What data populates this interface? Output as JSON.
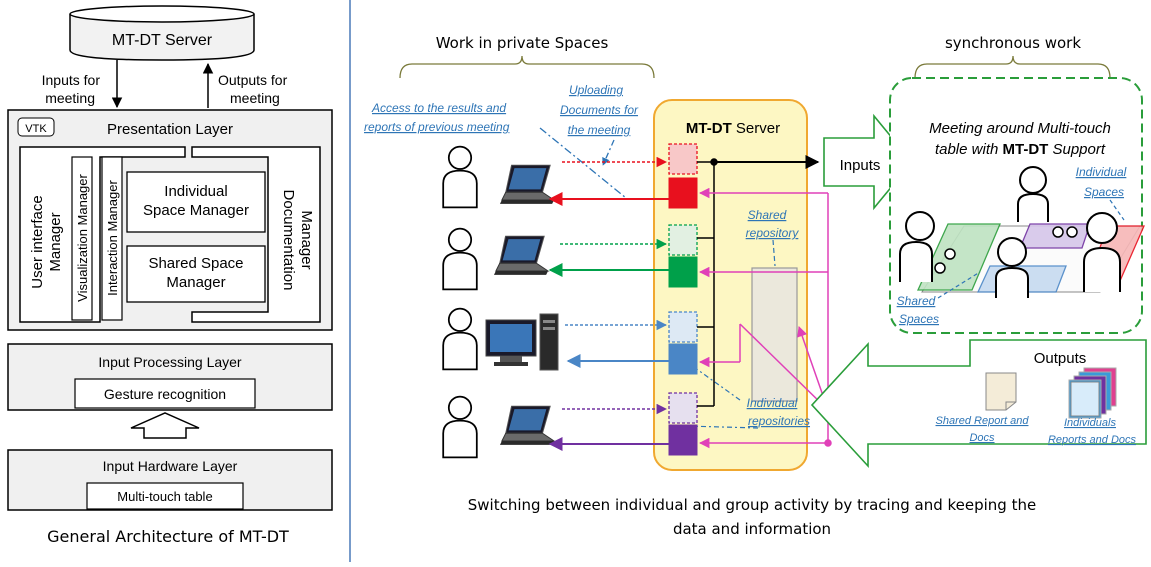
{
  "architecture": {
    "server": "MT-DT Server",
    "inputs_line1": "Inputs for",
    "inputs_line2": "meeting",
    "outputs_line1": "Outputs for",
    "outputs_line2": "meeting",
    "vtk": "VTK",
    "presentation_layer": "Presentation Layer",
    "ui_manager_line1": "User interface",
    "ui_manager_line2": "Manager",
    "visualization_manager": "Visualization Manager",
    "interaction_manager": "Interaction Manager",
    "individual_line1": "Individual",
    "individual_line2": "Space Manager",
    "shared_line1": "Shared Space",
    "shared_line2": "Manager",
    "documentation_line1": "Documentation",
    "documentation_line2": "Manager",
    "input_processing_layer": "Input Processing Layer",
    "gesture_recognition": "Gesture recognition",
    "input_hardware_layer": "Input Hardware Layer",
    "multi_touch_table": "Multi-touch table",
    "caption": "General Architecture of MT-DT"
  },
  "workflow": {
    "private_spaces": "Work in private Spaces",
    "synchronous_work": "synchronous work",
    "access_line1": "Access to the results and",
    "access_line2": "reports of previous meeting",
    "uploading_line1": "Uploading",
    "uploading_line2": "Documents for",
    "uploading_line3": "the meeting",
    "server_prefix": "MT-DT",
    "server_suffix": " Server",
    "inputs": "Inputs",
    "meeting_line1": "Meeting around Multi-touch",
    "meeting_line2_pre": "table with ",
    "meeting_line2_bold": "MT-DT",
    "meeting_line2_post": " Support",
    "individual_spaces_line1": "Individual",
    "individual_spaces_line2": "Spaces",
    "shared_spaces_line1": "Shared",
    "shared_spaces_line2": "Spaces",
    "shared_repo_line1": "Shared",
    "shared_repo_line2": "repository",
    "individual_repo_line1": "Individual",
    "individual_repo_line2": "repositories",
    "outputs": "Outputs",
    "shared_report_line1": "Shared Report and",
    "shared_report_line2": "Docs",
    "individuals_line1": "Individuals",
    "individuals_line2": "Reports and Docs",
    "caption_line1": "Switching between individual and group activity by tracing and keeping the",
    "caption_line2": "data and information"
  },
  "colors": {
    "red": "#e8101e",
    "green": "#00a04a",
    "blue": "#4a86c6",
    "purple": "#7030a0",
    "magenta": "#e040b8",
    "server_fill": "#fdf7c3",
    "server_stroke": "#f0a830",
    "link": "#2e75b6",
    "table_green": "#2a9d3a"
  },
  "icons": [
    "person-icon",
    "laptop-icon",
    "desktop-pc-icon",
    "document-icon",
    "document-stack-icon",
    "database-cylinder-icon",
    "block-arrow-icon"
  ]
}
